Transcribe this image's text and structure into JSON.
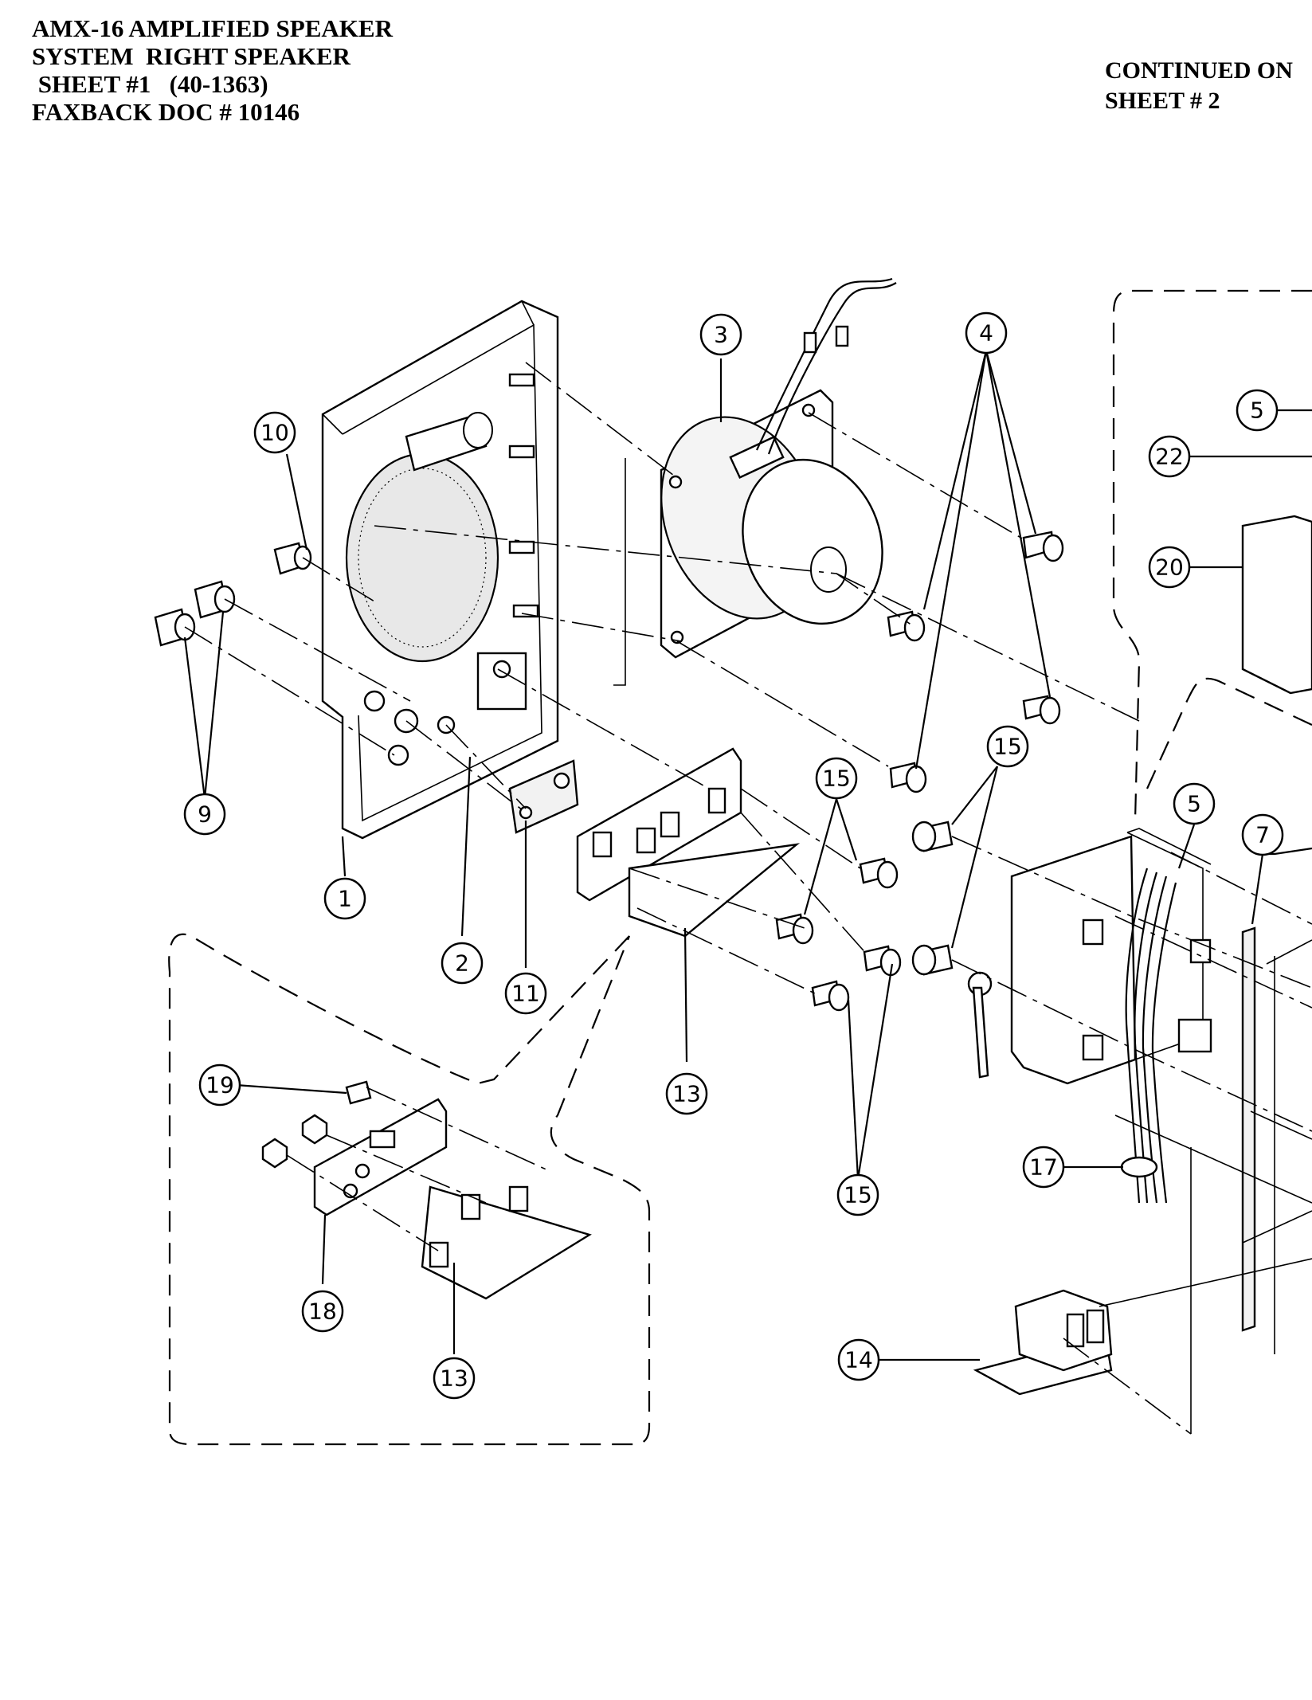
{
  "header": {
    "lines": [
      "AMX-16 AMPLIFIED SPEAKER",
      "SYSTEM  RIGHT SPEAKER",
      " SHEET #1   (40-1363)",
      "FAXBACK DOC # 10146"
    ]
  },
  "continued": {
    "line1": "CONTINUED ON",
    "line2": "SHEET # 2"
  },
  "callouts": [
    {
      "id": "c1",
      "label": "1"
    },
    {
      "id": "c2",
      "label": "2"
    },
    {
      "id": "c3",
      "label": "3"
    },
    {
      "id": "c4",
      "label": "4"
    },
    {
      "id": "c5a",
      "label": "5"
    },
    {
      "id": "c5b",
      "label": "5"
    },
    {
      "id": "c7",
      "label": "7"
    },
    {
      "id": "c9",
      "label": "9"
    },
    {
      "id": "c10",
      "label": "10"
    },
    {
      "id": "c11",
      "label": "11"
    },
    {
      "id": "c13a",
      "label": "13"
    },
    {
      "id": "c13b",
      "label": "13"
    },
    {
      "id": "c14",
      "label": "14"
    },
    {
      "id": "c15a",
      "label": "15"
    },
    {
      "id": "c15b",
      "label": "15"
    },
    {
      "id": "c15c",
      "label": "15"
    },
    {
      "id": "c17",
      "label": "17"
    },
    {
      "id": "c18",
      "label": "18"
    },
    {
      "id": "c19",
      "label": "19"
    },
    {
      "id": "c20",
      "label": "20"
    },
    {
      "id": "c22",
      "label": "22"
    }
  ]
}
